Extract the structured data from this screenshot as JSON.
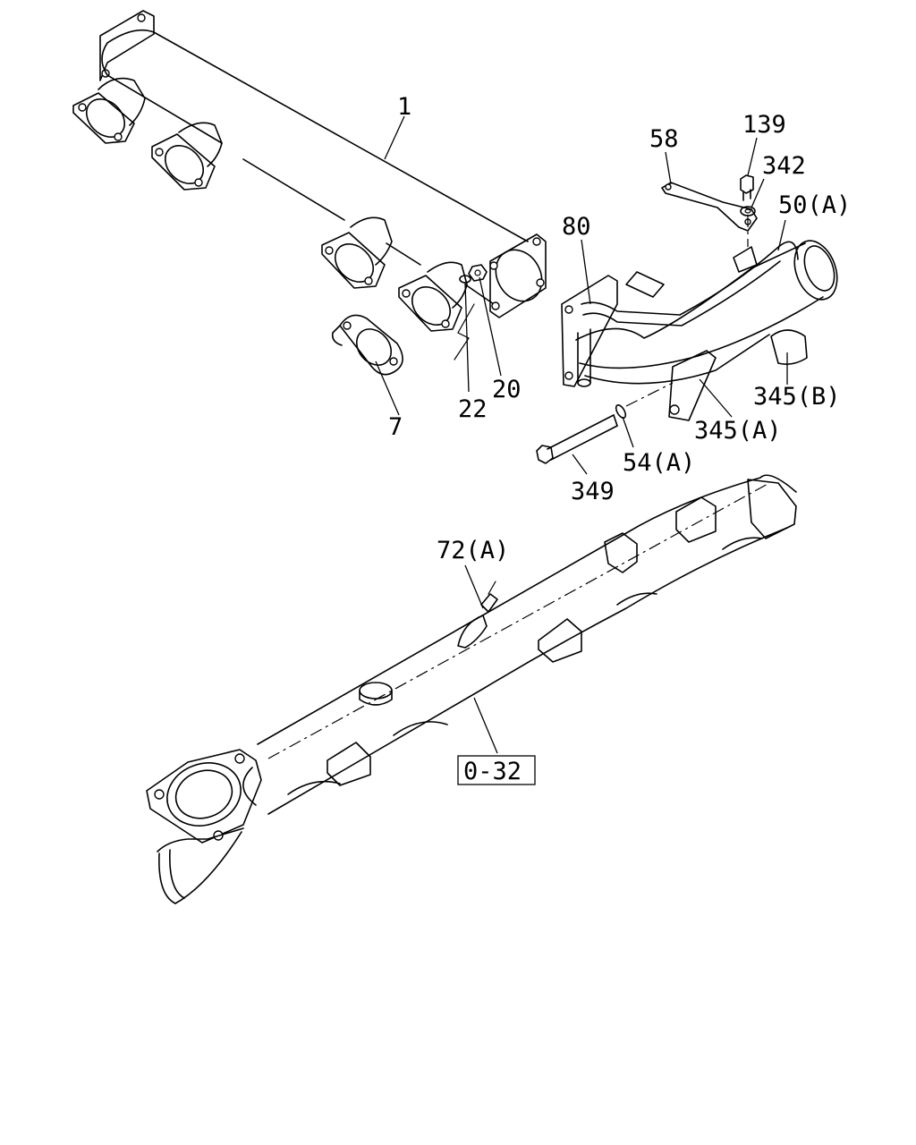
{
  "callouts": {
    "c1": "1",
    "c7": "7",
    "c20": "20",
    "c22": "22",
    "c58": "58",
    "c80": "80",
    "c139": "139",
    "c342": "342",
    "c50a": "50(A)",
    "c345b": "345(B)",
    "c345a": "345(A)",
    "c54a": "54(A)",
    "c349": "349",
    "c72a": "72(A)"
  },
  "reference": {
    "label": "0-32"
  }
}
